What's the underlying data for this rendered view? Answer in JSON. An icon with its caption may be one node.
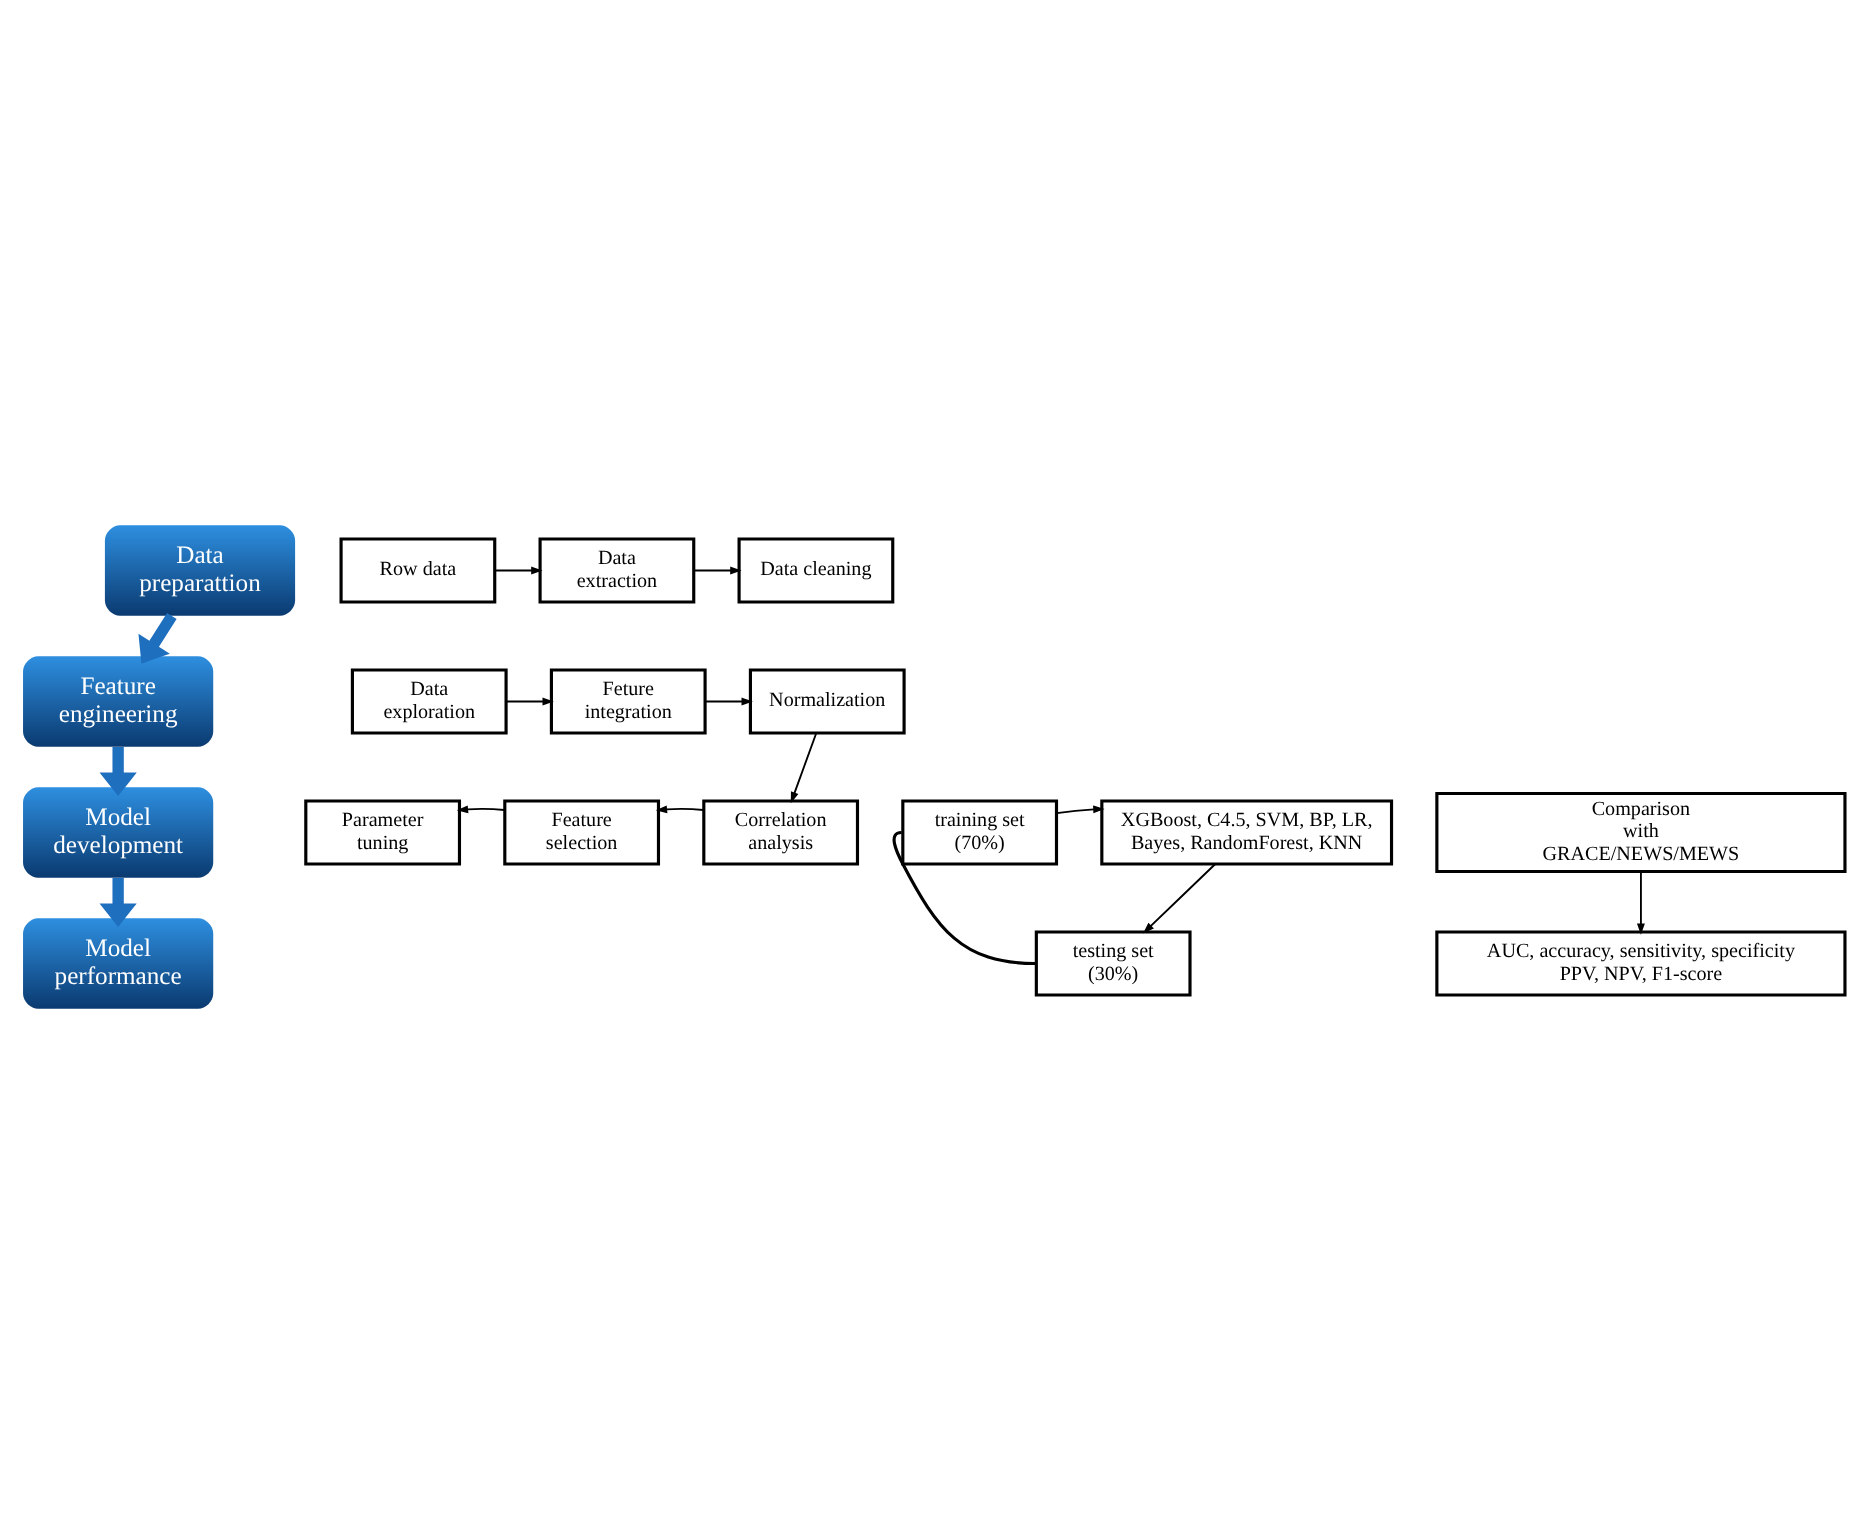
{
  "diagram": {
    "nodes": [
      {
        "text": [
          "Data preparattion"
        ]
      },
      {
        "text": [
          "Row data"
        ]
      },
      {
        "text": [
          "Data extraction"
        ]
      },
      {
        "text": [
          "Data cleaning"
        ]
      },
      {
        "text": [
          "Feature engineering"
        ]
      },
      {
        "text": [
          "Data exploration"
        ]
      },
      {
        "text": [
          "Feture integration"
        ]
      },
      {
        "text": [
          "Normalization"
        ]
      },
      {
        "text": [
          "Parameter tuning"
        ]
      },
      {
        "text": [
          "Feature selection"
        ]
      },
      {
        "text": [
          "Correlation analysis"
        ]
      },
      {
        "text": [
          "Model development"
        ]
      },
      {
        "text": [
          "training set (70%)"
        ]
      },
      {
        "text": [
          "XGBoost, C4.5, SVM, BP, LR, Bayes, RandomForest, KNN"
        ]
      },
      {
        "text": [
          "testing set (30%)"
        ]
      },
      {
        "text": [
          "Model performance"
        ]
      },
      {
        "text": [
          "AUC, accuracy, sensitivity, specificity PPV, NPV, F1-score"
        ]
      },
      {
        "text": [
          "Comparison with GRACE/NEWS/MEWS"
        ]
      }
    ],
    "edges": [
      {
        "from": 0,
        "to": 4,
        "arrow": "to",
        "style": "thick",
        "color": "#1f6fbf"
      },
      {
        "from": 4,
        "to": 11,
        "arrow": "to",
        "style": "thick",
        "color": "#1f6fbf"
      },
      {
        "from": 11,
        "to": 15,
        "arrow": "to",
        "style": "thick",
        "color": "#1f6fbf"
      },
      {
        "from": 1,
        "to": 2,
        "arrow": "to"
      },
      {
        "from": 2,
        "to": 3,
        "arrow": "to"
      },
      {
        "from": 5,
        "to": 6,
        "arrow": "to"
      },
      {
        "from": 6,
        "to": 7,
        "arrow": "to"
      },
      {
        "from": 7,
        "to": 10,
        "arrow": "to"
      },
      {
        "from": 10,
        "to": 9,
        "arrow": "to"
      },
      {
        "from": 9,
        "to": 8,
        "arrow": "to"
      },
      {
        "from": 12,
        "to": 13,
        "arrow": "to"
      },
      {
        "from": 13,
        "to": 14,
        "arrow": "to"
      },
      {
        "from": 12,
        "to": 14,
        "arrow": "none"
      },
      {
        "from": 17,
        "to": 16,
        "arrow": "to"
      }
    ]
  }
}
